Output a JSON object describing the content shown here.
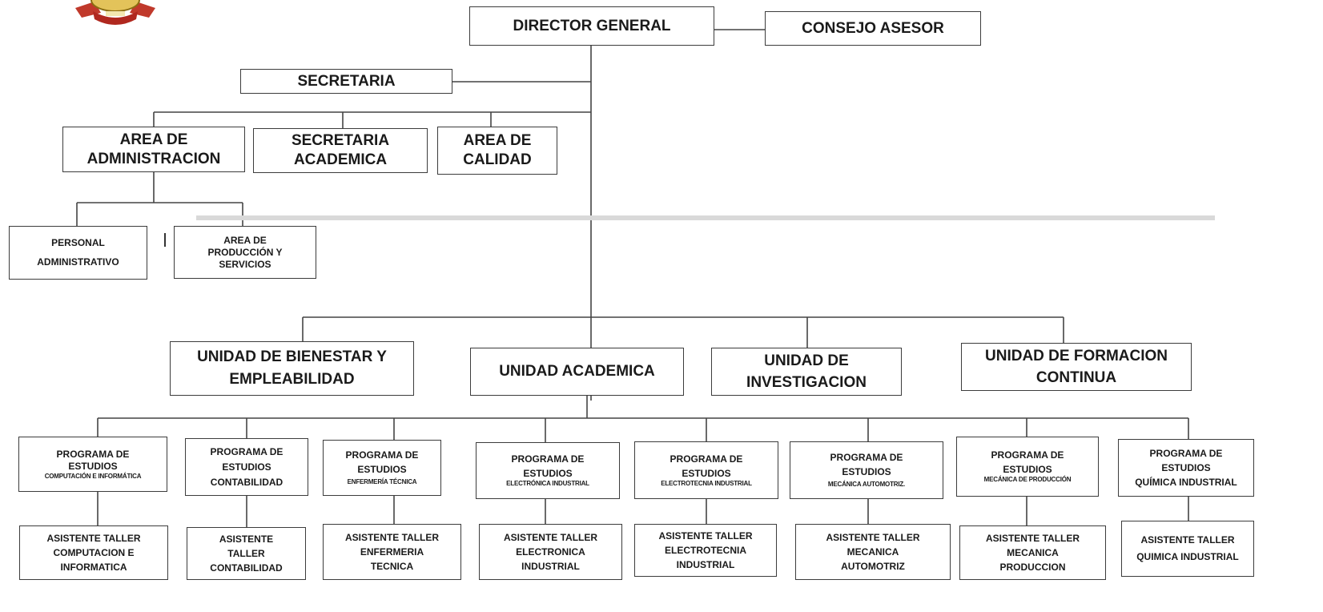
{
  "director": "DIRECTOR GENERAL",
  "consejo": "CONSEJO ASESOR",
  "secretaria": "SECRETARIA",
  "areas": {
    "administracion": [
      "AREA DE",
      "ADMINISTRACION"
    ],
    "secretaria_academica": [
      "SECRETARIA",
      "ACADEMICA"
    ],
    "calidad": [
      "AREA DE",
      "CALIDAD"
    ]
  },
  "sub_areas": {
    "personal": [
      "PERSONAL",
      "ADMINISTRATIVO"
    ],
    "produccion": [
      "AREA DE",
      "PRODUCCIÓN Y",
      "SERVICIOS"
    ]
  },
  "unidades": {
    "bienestar": [
      "UNIDAD DE BIENESTAR Y",
      "EMPLEABILIDAD"
    ],
    "academica": [
      "UNIDAD ACADEMICA"
    ],
    "investigacion": [
      "UNIDAD DE",
      "INVESTIGACION"
    ],
    "formacion": [
      "UNIDAD DE FORMACION",
      "CONTINUA"
    ]
  },
  "programas": [
    {
      "l1": "PROGRAMA DE",
      "l2": "ESTUDIOS",
      "l3": "COMPUTACIÓN E INFORMÁTICA"
    },
    {
      "l1": "PROGRAMA DE",
      "l2": "ESTUDIOS",
      "l3": "CONTABILIDAD"
    },
    {
      "l1": "PROGRAMA DE",
      "l2": "ESTUDIOS",
      "l3": "ENFERMERÍA TÉCNICA"
    },
    {
      "l1": "PROGRAMA DE",
      "l2": "ESTUDIOS",
      "l3": "ELECTRÓNICA INDUSTRIAL"
    },
    {
      "l1": "PROGRAMA DE",
      "l2": "ESTUDIOS",
      "l3": "ELECTROTECNIA INDUSTRIAL"
    },
    {
      "l1": "PROGRAMA DE",
      "l2": "ESTUDIOS",
      "l3": "MECÁNICA AUTOMOTRIZ."
    },
    {
      "l1": "PROGRAMA DE",
      "l2": "ESTUDIOS",
      "l3": "MECÁNICA DE PRODUCCIÓN"
    },
    {
      "l1": "PROGRAMA DE",
      "l2": "ESTUDIOS",
      "l3": "QUÍMICA INDUSTRIAL"
    }
  ],
  "asistentes": [
    [
      "ASISTENTE TALLER",
      "COMPUTACION E",
      "INFORMATICA"
    ],
    [
      "ASISTENTE",
      "TALLER",
      "CONTABILIDAD"
    ],
    [
      "ASISTENTE TALLER",
      "ENFERMERIA",
      "TECNICA"
    ],
    [
      "ASISTENTE TALLER",
      "ELECTRONICA",
      "INDUSTRIAL"
    ],
    [
      "ASISTENTE TALLER",
      "ELECTROTECNIA",
      "INDUSTRIAL"
    ],
    [
      "ASISTENTE TALLER",
      "MECANICA",
      "AUTOMOTRIZ"
    ],
    [
      "ASISTENTE TALLER",
      "MECANICA",
      "PRODUCCION"
    ],
    [
      "ASISTENTE TALLER",
      "QUIMICA INDUSTRIAL"
    ]
  ],
  "colors": {
    "line": "#444444",
    "border": "#3c3c3c",
    "logo_red": "#c0392b",
    "logo_gold": "#c9a227"
  }
}
